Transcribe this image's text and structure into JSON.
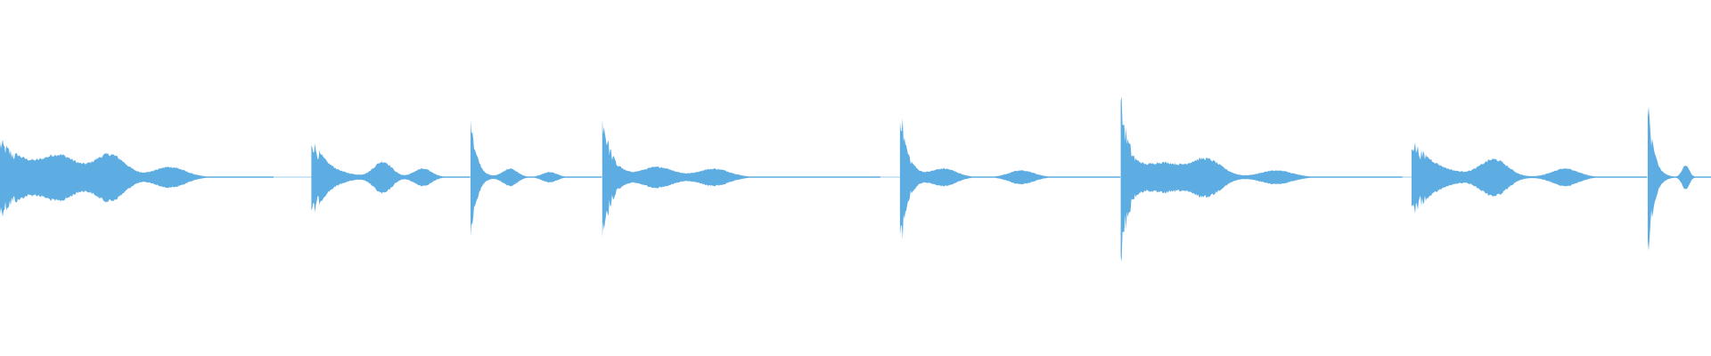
{
  "waveform": {
    "color": "#5dade2",
    "background": "#ffffff",
    "segments": [
      {
        "start": 0.0,
        "end": 0.16,
        "attack_amp": 0.23,
        "decay": 0.35,
        "swells": [
          {
            "t": 0.22,
            "amp": 0.1
          },
          {
            "t": 0.4,
            "amp": 0.13
          },
          {
            "t": 0.62,
            "amp": 0.06
          }
        ]
      },
      {
        "start": 0.182,
        "end": 0.275,
        "attack_amp": 0.25,
        "decay": 0.3,
        "swells": [
          {
            "t": 0.45,
            "amp": 0.09
          },
          {
            "t": 0.7,
            "amp": 0.05
          }
        ]
      },
      {
        "start": 0.275,
        "end": 0.352,
        "attack_amp": 0.48,
        "decay": 0.12,
        "swells": [
          {
            "t": 0.3,
            "amp": 0.05
          },
          {
            "t": 0.6,
            "amp": 0.03
          }
        ]
      },
      {
        "start": 0.352,
        "end": 0.515,
        "attack_amp": 0.42,
        "decay": 0.1,
        "swells": [
          {
            "t": 0.2,
            "amp": 0.06
          },
          {
            "t": 0.4,
            "amp": 0.05
          }
        ]
      },
      {
        "start": 0.526,
        "end": 0.655,
        "attack_amp": 0.48,
        "decay": 0.1,
        "swells": [
          {
            "t": 0.2,
            "amp": 0.05
          },
          {
            "t": 0.55,
            "amp": 0.04
          }
        ]
      },
      {
        "start": 0.655,
        "end": 0.82,
        "attack_amp": 0.5,
        "decay": 0.1,
        "swells": [
          {
            "t": 0.15,
            "amp": 0.08
          },
          {
            "t": 0.3,
            "amp": 0.11
          },
          {
            "t": 0.55,
            "amp": 0.04
          }
        ]
      },
      {
        "start": 0.825,
        "end": 0.963,
        "attack_amp": 0.24,
        "decay": 0.3,
        "swells": [
          {
            "t": 0.35,
            "amp": 0.1
          },
          {
            "t": 0.65,
            "amp": 0.05
          }
        ]
      },
      {
        "start": 0.963,
        "end": 1.0,
        "attack_amp": 0.56,
        "decay": 0.25,
        "swells": [
          {
            "t": 0.6,
            "amp": 0.07
          }
        ]
      }
    ]
  }
}
